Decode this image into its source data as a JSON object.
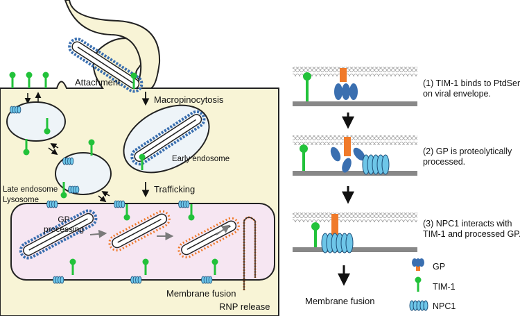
{
  "labels": {
    "attachment": "Attachment",
    "macropinocytosis": "Macropinocytosis",
    "early_endosome": "Early endosome",
    "trafficking": "Trafficking",
    "late_endosome": "Late endosome",
    "lysosome": "Lysosome",
    "gp_processing_line1": "GP",
    "gp_processing_line2": "processing",
    "membrane_fusion": "Membrane fusion",
    "rnp_release": "RNP release"
  },
  "steps": [
    {
      "line1": "(1) TIM-1 binds to PtdSer",
      "line2": "on viral envelope."
    },
    {
      "line1": "(2) GP is proteolytically",
      "line2": "processed."
    },
    {
      "line1": "(3) NPC1 interacts with",
      "line2": "TIM-1 and processed GP."
    }
  ],
  "final_step": "Membrane fusion",
  "legend": [
    {
      "icon": "gp-icon",
      "label": "GP"
    },
    {
      "icon": "tim1-icon",
      "label": "TIM-1"
    },
    {
      "icon": "npc1-icon",
      "label": "NPC1"
    }
  ],
  "colors": {
    "cell": "#f8f4d6",
    "late_endosome": "#f6e6f2",
    "vesicle": "#eef4f8",
    "tim1": "#22c23a",
    "npc1": "#6ec6e8",
    "gp": "#3a6fb0",
    "gp_cleaved": "#f07a2a"
  }
}
